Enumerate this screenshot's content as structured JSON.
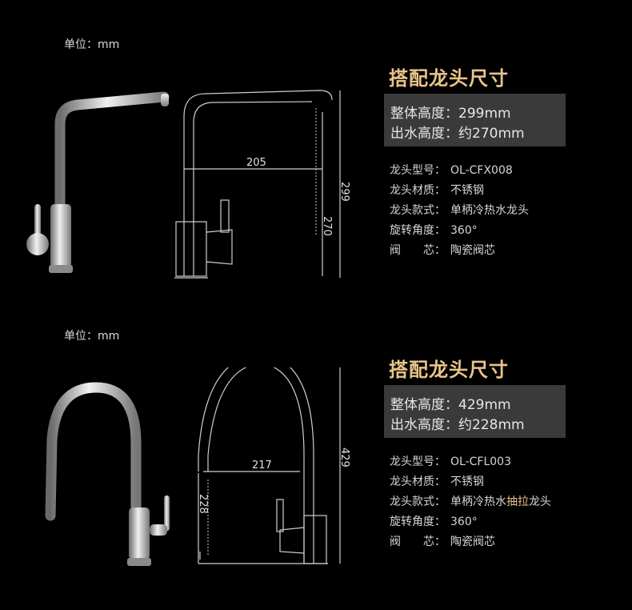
{
  "sections": [
    {
      "unit": "单位：mm",
      "title": "搭配龙头尺寸",
      "dims": {
        "total_height": "整体高度：299mm",
        "outlet_height": "出水高度：约270mm"
      },
      "diagram": {
        "reach": "205",
        "outlet": "270",
        "total": "299"
      },
      "specs": [
        {
          "label": "龙头型号：",
          "value": "OL-CFX008"
        },
        {
          "label": "龙头材质：",
          "value": "不锈钢"
        },
        {
          "label": "龙头款式：",
          "value": "单柄冷热水龙头"
        },
        {
          "label": "旋转角度：",
          "value": "360°"
        },
        {
          "label": "阀　　芯：",
          "value": "陶瓷阀芯"
        }
      ]
    },
    {
      "unit": "单位：mm",
      "title": "搭配龙头尺寸",
      "dims": {
        "total_height": "整体高度：429mm",
        "outlet_height": "出水高度：约228mm"
      },
      "diagram": {
        "reach": "217",
        "outlet": "228",
        "total": "429"
      },
      "specs": [
        {
          "label": "龙头型号：",
          "value": "OL-CFL003"
        },
        {
          "label": "龙头材质：",
          "value": "不锈钢"
        },
        {
          "label": "龙头款式：",
          "value_pre": "单柄冷热水",
          "value_accent": "抽拉",
          "value_post": "龙头"
        },
        {
          "label": "旋转角度：",
          "value": "360°"
        },
        {
          "label": "阀　　芯：",
          "value": "陶瓷阀芯"
        }
      ]
    }
  ],
  "colors": {
    "background": "#000000",
    "title": "#e8c48a",
    "dim_box": "#3a3a3a"
  }
}
